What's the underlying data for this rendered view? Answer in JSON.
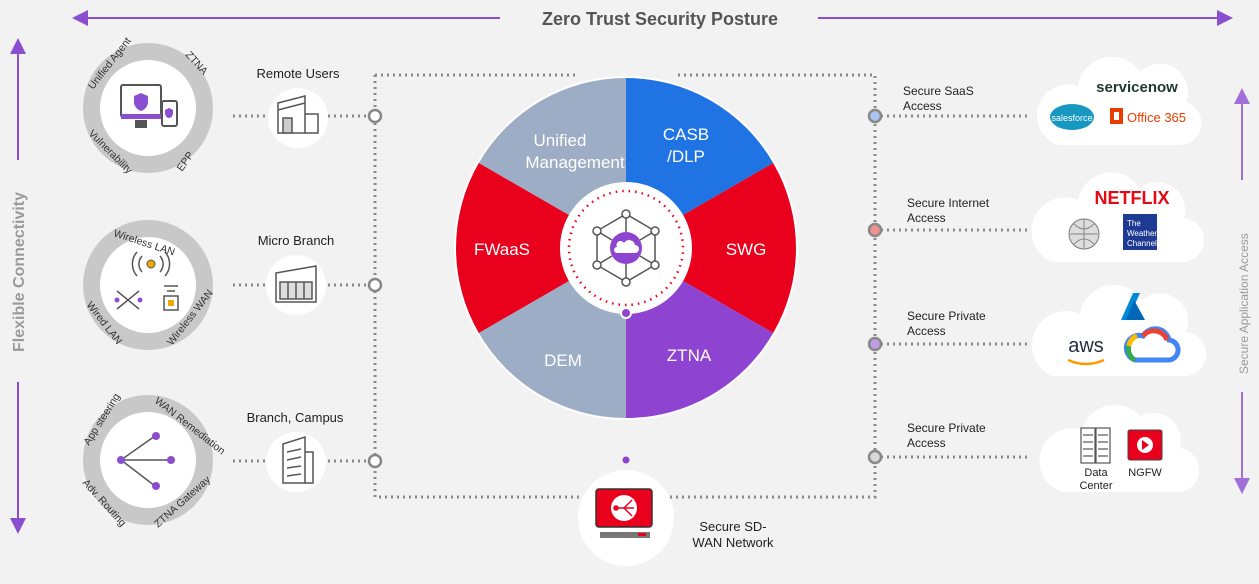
{
  "title": "Zero Trust Security Posture",
  "left_side_label": "Flexible Connectivity",
  "right_side_label": "Secure Application Access",
  "left_rings": [
    {
      "labels": [
        "Unified Agent",
        "ZTNA",
        "Vulnerability",
        "EPP"
      ]
    },
    {
      "labels": [
        "Wireless LAN",
        "Wired LAN",
        "Wireless WAN"
      ]
    },
    {
      "labels": [
        "App steering",
        "WAN Remediation",
        "Adv. Routing",
        "ZTNA Gateway"
      ]
    }
  ],
  "sites": [
    {
      "label": "Remote Users",
      "icon": "house-icon"
    },
    {
      "label": "Micro Branch",
      "icon": "store-icon"
    },
    {
      "label": "Branch, Campus",
      "icon": "building-icon"
    }
  ],
  "wheel": {
    "segments": [
      {
        "label_line1": "Unified",
        "label_line2": "Management",
        "color": "#9cadc5"
      },
      {
        "label_line1": "CASB",
        "label_line2": "/DLP",
        "color": "#1f73e2"
      },
      {
        "label_line1": "SWG",
        "label_line2": "",
        "color": "#e8001c"
      },
      {
        "label_line1": "ZTNA",
        "label_line2": "",
        "color": "#8e44d0"
      },
      {
        "label_line1": "DEM",
        "label_line2": "",
        "color": "#9cadc5"
      },
      {
        "label_line1": "FWaaS",
        "label_line2": "",
        "color": "#e8001c"
      }
    ],
    "center_icon": "cloud-network-icon"
  },
  "sdwan": {
    "line1": "Secure SD-",
    "line2": "WAN Network",
    "icon": "router-icon"
  },
  "access": [
    {
      "line1": "Secure SaaS",
      "line2": "Access",
      "dot_color": "#6fa0e0",
      "apps": [
        "servicenow",
        "salesforce",
        "Office 365"
      ]
    },
    {
      "line1": "Secure Internet",
      "line2": "Access",
      "dot_color": "#e86060",
      "apps": [
        "NETFLIX",
        "The Weather Channel"
      ]
    },
    {
      "line1": "Secure Private",
      "line2": "Access",
      "dot_color": "#b07ad8",
      "apps": [
        "aws"
      ]
    },
    {
      "line1": "Secure Private",
      "line2": "Access",
      "dot_color": "#999999",
      "apps": [
        "Data Center",
        "NGFW"
      ]
    }
  ],
  "weather_logo": {
    "line1": "The",
    "line2": "Weather",
    "line3": "Channel"
  },
  "data_center": {
    "line1": "Data",
    "line2": "Center"
  },
  "colors": {
    "purple": "#8a4fd0",
    "grey_line": "#888888"
  }
}
